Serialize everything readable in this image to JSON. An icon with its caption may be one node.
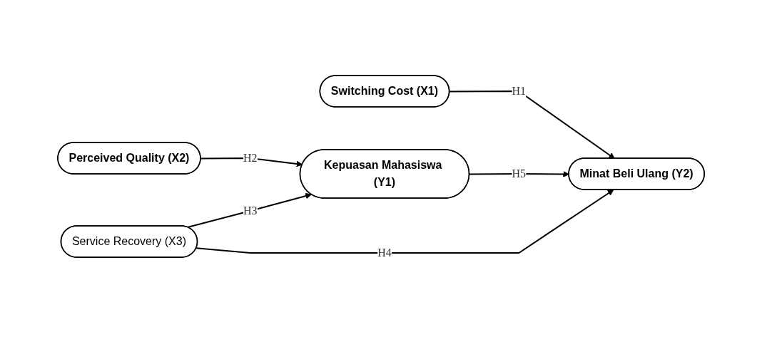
{
  "diagram": {
    "nodes": [
      {
        "text": [
          "Switching Cost (X1)"
        ]
      },
      {
        "text": [
          "Perceived Quality (X2)"
        ]
      },
      {
        "text": [
          "Service Recovery (X3)"
        ]
      },
      {
        "text": [
          "Kepuasan Mahasiswa (Y1)"
        ]
      },
      {
        "text": [
          "Minat Beli Ulang (Y2)"
        ]
      }
    ],
    "edges": [
      {
        "from": 0,
        "to": 4,
        "arrow": "to",
        "label": "H1"
      },
      {
        "from": 1,
        "to": 3,
        "arrow": "to",
        "label": "H2"
      },
      {
        "from": 2,
        "to": 3,
        "arrow": "to",
        "label": "H3"
      },
      {
        "from": 2,
        "to": 4,
        "arrow": "to",
        "label": "H4"
      },
      {
        "from": 3,
        "to": 4,
        "arrow": "to",
        "label": "H5"
      }
    ]
  }
}
